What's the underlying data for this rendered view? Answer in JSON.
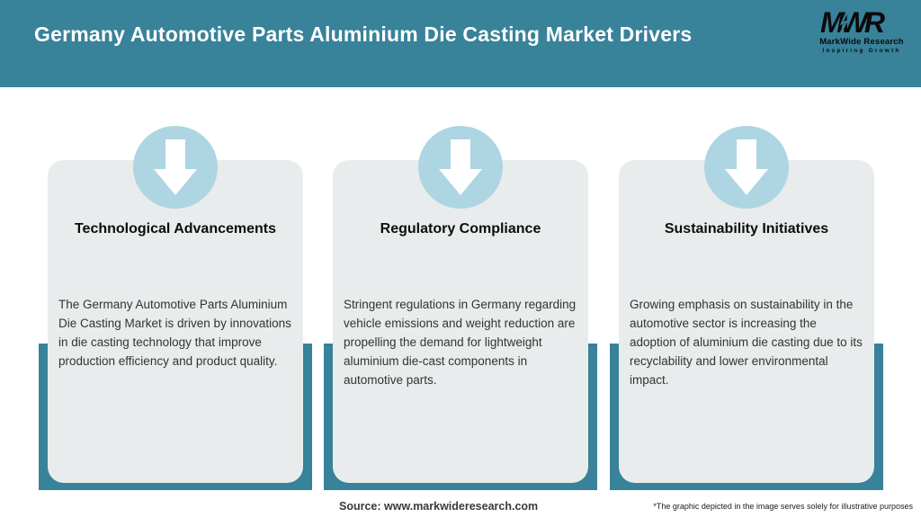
{
  "header": {
    "title": "Germany Automotive Parts Aluminium Die Casting Market Drivers",
    "logo": {
      "mark": "MWR",
      "name": "MarkWide Research",
      "tagline": "Inspiring Growth"
    }
  },
  "cards": [
    {
      "icon": "down-arrow-icon",
      "title": "Technological Advancements",
      "body": "The Germany Automotive Parts Aluminium Die Casting Market is driven by innovations in die casting technology that improve production efficiency and product quality."
    },
    {
      "icon": "down-arrow-icon",
      "title": "Regulatory Compliance",
      "body": "Stringent regulations in Germany regarding vehicle emissions and weight reduction are propelling the demand for lightweight aluminium die-cast components in automotive parts."
    },
    {
      "icon": "down-arrow-icon",
      "title": "Sustainability Initiatives",
      "body": "Growing emphasis on sustainability in the automotive sector is increasing the adoption of aluminium die casting due to its recyclability and lower environmental impact."
    }
  ],
  "footer": {
    "source": "Source: www.markwideresearch.com",
    "disclaimer": "*The graphic depicted in the image serves solely for illustrative purposes"
  },
  "colors": {
    "teal": "#38829A",
    "card_bg": "#E9ECEC",
    "circle_blue": "#AED5E2",
    "header_text": "#FFFFFF"
  }
}
